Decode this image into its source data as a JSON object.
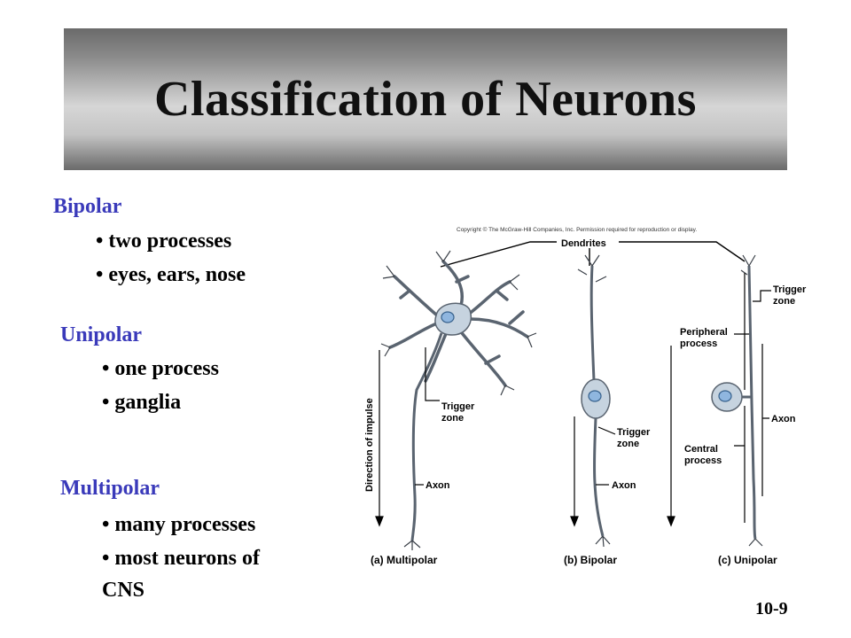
{
  "title": "Classification of Neurons",
  "sections": [
    {
      "heading": "Bipolar",
      "bullets": [
        "• two processes",
        "• eyes, ears, nose"
      ]
    },
    {
      "heading": "Unipolar",
      "bullets": [
        "• one process",
        "• ganglia"
      ]
    },
    {
      "heading": "Multipolar",
      "bullets": [
        "• many processes",
        "• most neurons of",
        "CNS"
      ]
    }
  ],
  "figure": {
    "copyright": "Copyright © The McGraw-Hill Companies, Inc. Permission required for reproduction or display.",
    "dendrites": "Dendrites",
    "trigger_line1": "Trigger",
    "zone": "zone",
    "peripheral_line1": "Peripheral",
    "process": "process",
    "central_line1": "Central",
    "axon": "Axon",
    "direction": "Direction of impulse",
    "captions": {
      "a": "(a) Multipolar",
      "b": "(b) Bipolar",
      "c": "(c) Unipolar"
    }
  },
  "slide_number": "10-9"
}
